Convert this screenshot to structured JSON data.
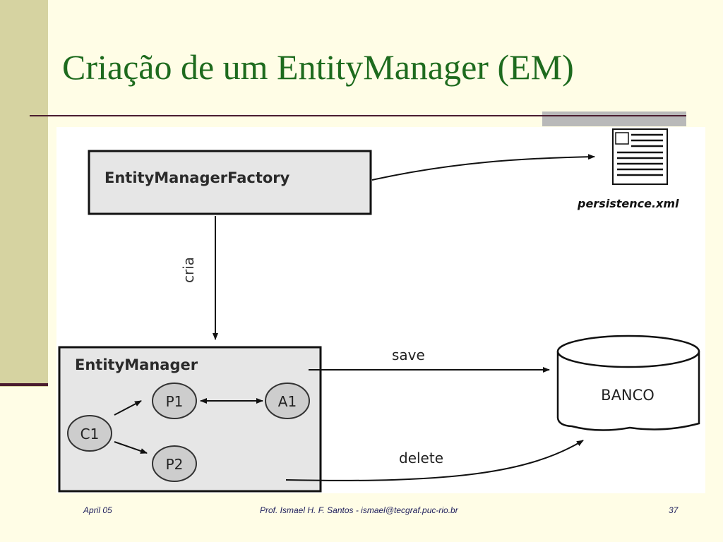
{
  "slide": {
    "title": "Criação de um EntityManager (EM)"
  },
  "diagram": {
    "factory_label": "EntityManagerFactory",
    "file_label": "persistence.xml",
    "creates_label": "cria",
    "manager_label": "EntityManager",
    "nodes": {
      "c1": "C1",
      "p1": "P1",
      "p2": "P2",
      "a1": "A1"
    },
    "save_label": "save",
    "delete_label": "delete",
    "database_label": "BANCO"
  },
  "footer": {
    "date": "April 05",
    "author": "Prof. Ismael H. F. Santos -  ismael@tecgraf.puc-rio.br",
    "page": "37"
  },
  "colors": {
    "title": "#1e6b1e",
    "left_band": "#d6d3a1",
    "rule": "#4a1c2e",
    "background": "#fffde6",
    "box_fill": "#e6e6e6",
    "node_fill": "#cdcdcd"
  }
}
